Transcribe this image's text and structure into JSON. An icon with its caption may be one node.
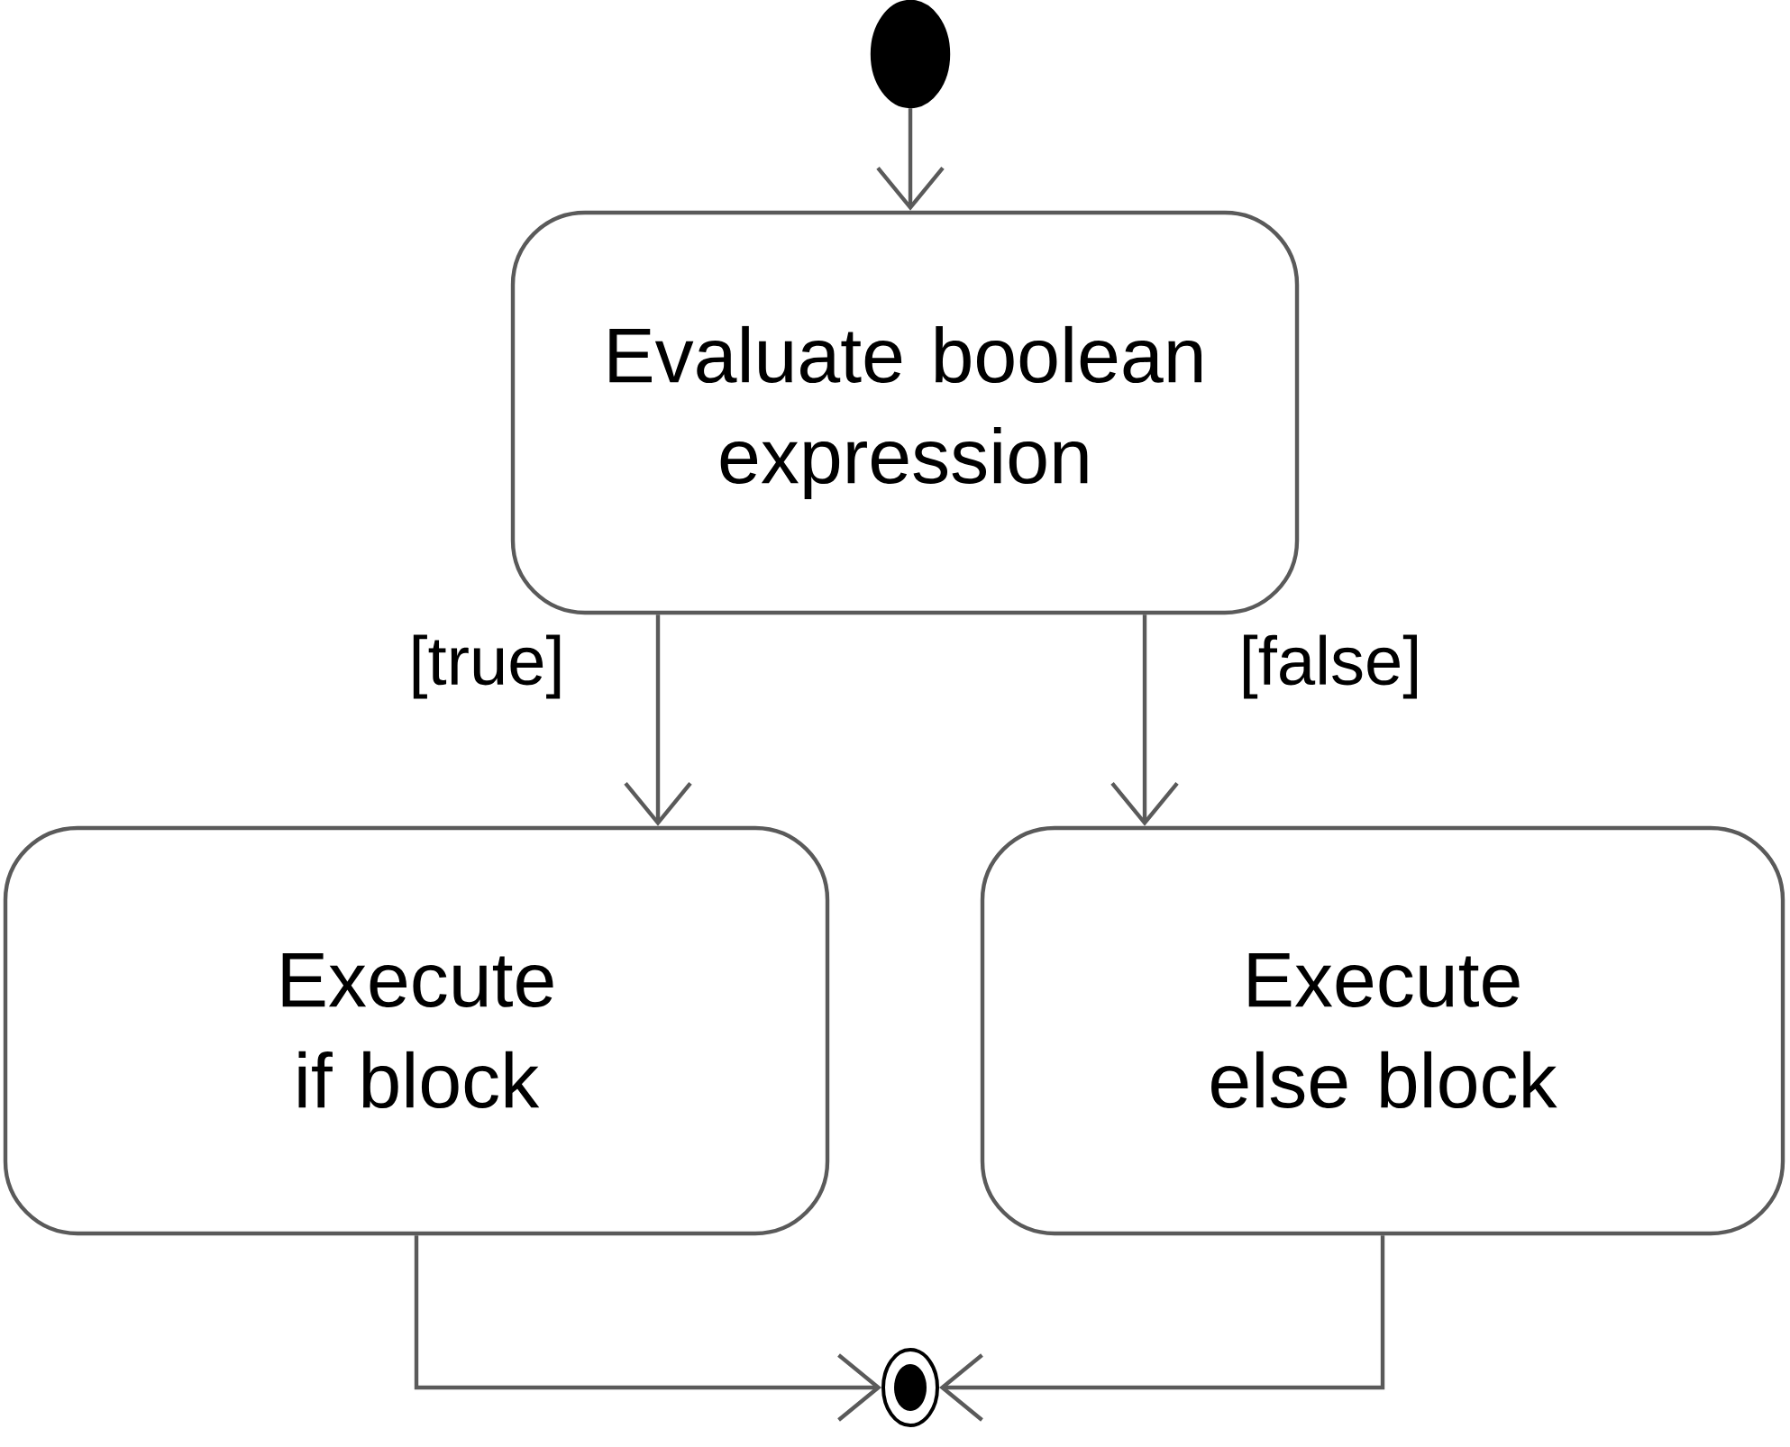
{
  "diagram": {
    "nodes": [
      {
        "text": [],
        "shape": "circle"
      },
      {
        "text": [
          "Evaluate boolean expression"
        ]
      },
      {
        "text": [
          "Execute if block"
        ]
      },
      {
        "text": [
          "Execute else block"
        ]
      },
      {
        "text": [],
        "shape": "bullseye"
      }
    ],
    "edges": [
      {
        "from": 0,
        "to": 1,
        "arrow": "to"
      },
      {
        "from": 1,
        "to": 2,
        "arrow": "to",
        "label": "[true]"
      },
      {
        "from": 1,
        "to": 3,
        "arrow": "to",
        "label": "[false]"
      },
      {
        "from": 2,
        "to": 4,
        "arrow": "to"
      },
      {
        "from": 3,
        "to": 4,
        "arrow": "to"
      }
    ]
  }
}
